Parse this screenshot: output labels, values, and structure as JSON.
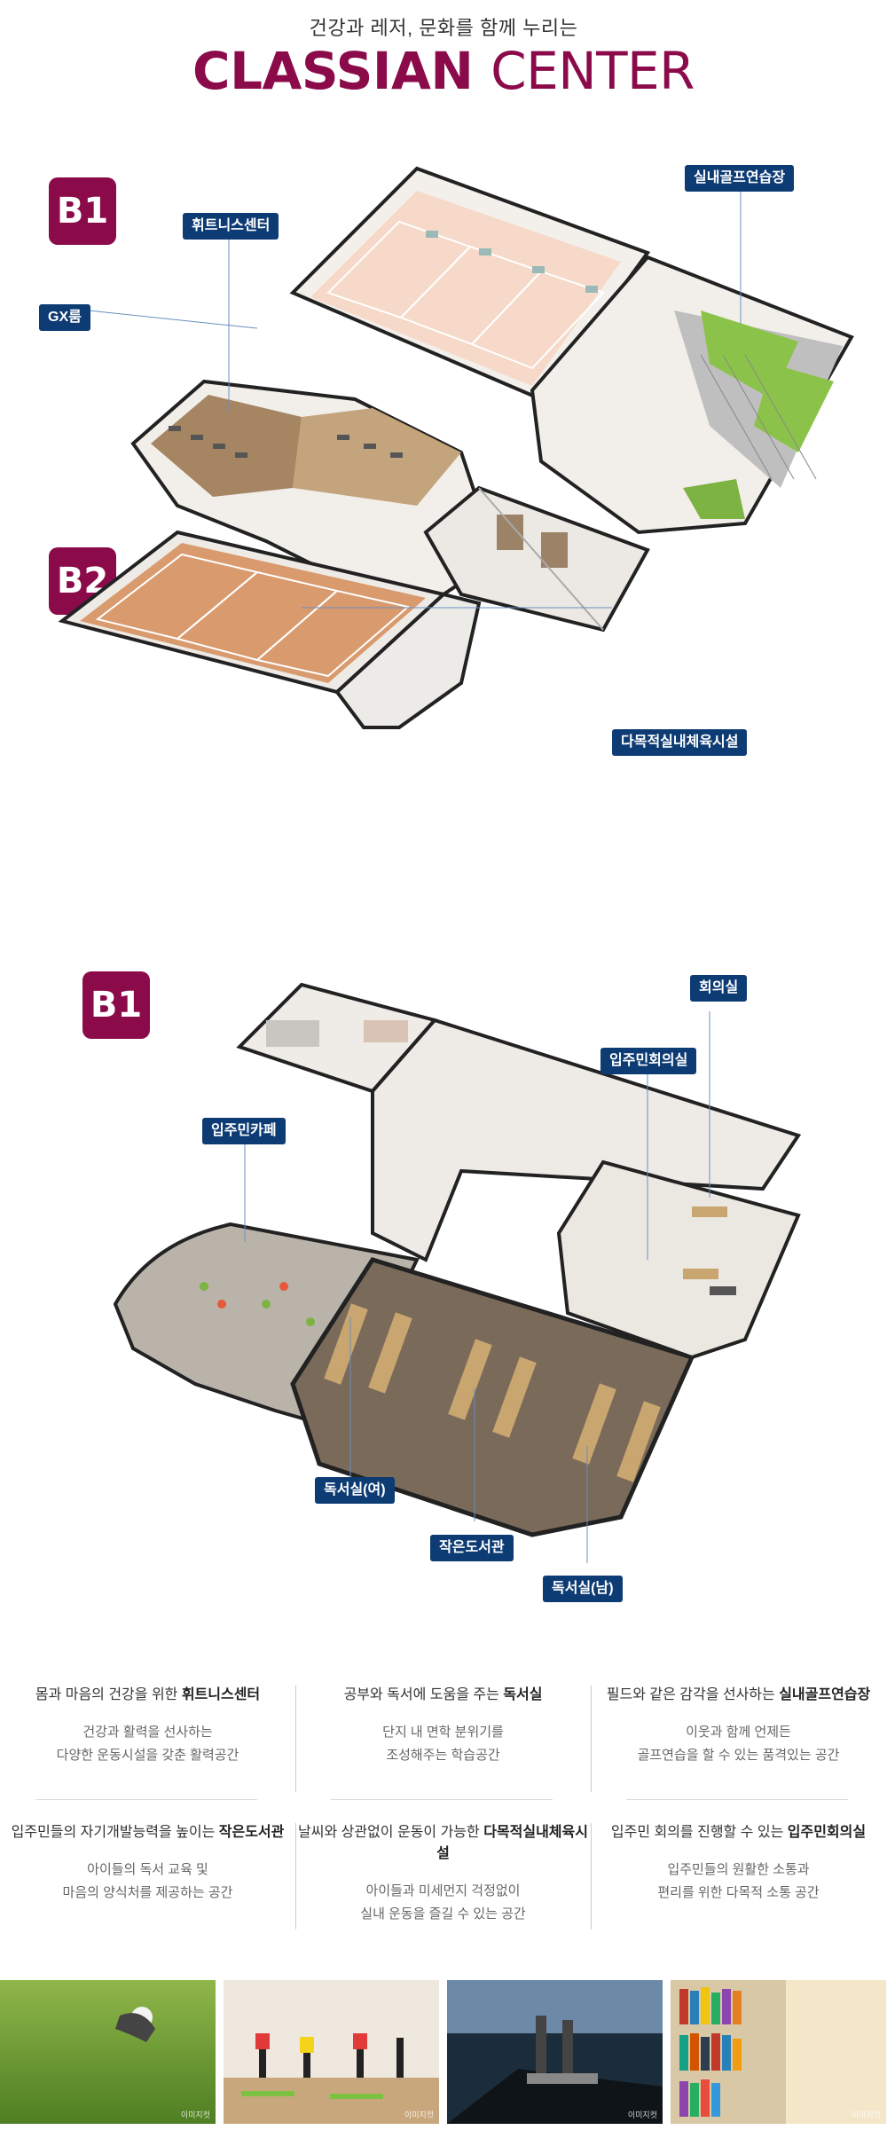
{
  "header": {
    "subtitle": "건강과 레저, 문화를 함께 누리는",
    "title_bold": "CLASSIAN",
    "title_light": "CENTER"
  },
  "colors": {
    "brand": "#8b0a4a",
    "tag": "#0d3b74"
  },
  "plan1": {
    "badge_top": "B1",
    "badge_bottom": "B2",
    "tags": {
      "golf": "실내골프연습장",
      "fitness": "휘트니스센터",
      "gx": "GX룸",
      "multi": "다목적실내체육시설"
    }
  },
  "plan2": {
    "badge": "B1",
    "tags": {
      "meeting": "회의실",
      "resident_meeting": "입주민회의실",
      "cafe": "입주민카페",
      "reading_women": "독서실(여)",
      "library": "작은도서관",
      "reading_men": "독서실(남)"
    }
  },
  "features": [
    {
      "pre": "몸과 마음의 건강을 위한 ",
      "bold": "휘트니스센터",
      "line1": "건강과 활력을 선사하는",
      "line2": "다양한 운동시설을 갖춘 활력공간"
    },
    {
      "pre": "공부와 독서에 도움을 주는 ",
      "bold": "독서실",
      "line1": "단지 내 면학 분위기를",
      "line2": "조성해주는 학습공간"
    },
    {
      "pre": "필드와 같은 감각을 선사하는 ",
      "bold": "실내골프연습장",
      "line1": "이웃과 함께 언제든",
      "line2": "골프연습을 할 수 있는 품격있는 공간"
    },
    {
      "pre": "입주민들의 자기개발능력을 높이는 ",
      "bold": "작은도서관",
      "line1": "아이들의 독서 교육 및",
      "line2": "마음의 양식처를 제공하는 공간"
    },
    {
      "pre": "날씨와 상관없이 운동이 가능한 ",
      "bold": "다목적실내체육시설",
      "line1": "아이들과 미세먼지 걱정없이",
      "line2": "실내 운동을 즐길 수 있는 공간"
    },
    {
      "pre": "입주민 회의를 진행할 수 있는 ",
      "bold": "입주민회의실",
      "line1": "입주민들의 원활한 소통과",
      "line2": "편리를 위한 다목적 소통 공간"
    }
  ],
  "photos": [
    {
      "caption": "이미지컷",
      "icon": "golf-photo"
    },
    {
      "caption": "이미지컷",
      "icon": "yoga-photo"
    },
    {
      "caption": "이미지컷",
      "icon": "treadmill-photo"
    },
    {
      "caption": "이미지컷",
      "icon": "library-photo"
    }
  ]
}
